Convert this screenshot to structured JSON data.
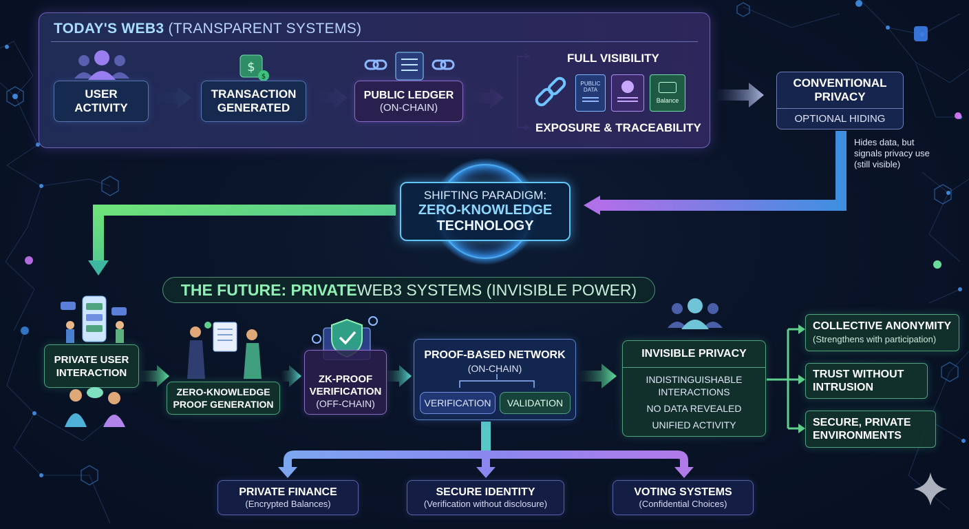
{
  "top_section": {
    "title_bold": "TODAY'S WEB3",
    "title_rest": " (TRANSPARENT SYSTEMS)",
    "user_activity": "USER\nACTIVITY",
    "transaction": "TRANSACTION\nGENERATED",
    "ledger_title": "PUBLIC LEDGER",
    "ledger_sub": "(ON-CHAIN)",
    "full_visibility": "FULL VISIBILITY",
    "exposure": "EXPOSURE & TRACEABILITY",
    "public_data_icon_text": "PUBLIC\nDATA",
    "balance_icon_text": "Balance"
  },
  "conventional": {
    "title": "CONVENTIONAL\nPRIVACY",
    "sub": "OPTIONAL HIDING",
    "note": "Hides data, but\nsignals privacy use\n(still visible)"
  },
  "paradigm": {
    "line1": "SHIFTING PARADIGM:",
    "line2": "ZERO-KNOWLEDGE",
    "line3": "TECHNOLOGY"
  },
  "future": {
    "banner_bold": "THE FUTURE: PRIVATE",
    "banner_rest": " WEB3 SYSTEMS (INVISIBLE POWER)",
    "private_user": "PRIVATE USER\nINTERACTION",
    "zk_generation": "ZERO-KNOWLEDGE\nPROOF GENERATION",
    "zk_verification_title": "ZK-PROOF\nVERIFICATION",
    "zk_verification_sub": "(OFF-CHAIN)",
    "network_title": "PROOF-BASED NETWORK",
    "network_sub": "(ON-CHAIN)",
    "verification": "VERIFICATION",
    "validation": "VALIDATION",
    "invisible_title": "INVISIBLE PRIVACY",
    "invisible_items": [
      "INDISTINGUISHABLE\nINTERACTIONS",
      "NO DATA REVEALED",
      "UNIFIED ACTIVITY"
    ]
  },
  "outcomes": [
    {
      "title": "COLLECTIVE ANONYMITY",
      "sub": "(Strengthens with participation)"
    },
    {
      "title": "TRUST WITHOUT\nINTRUSION",
      "sub": ""
    },
    {
      "title": "SECURE, PRIVATE\nENVIRONMENTS",
      "sub": ""
    }
  ],
  "applications": [
    {
      "title": "PRIVATE FINANCE",
      "sub": "(Encrypted Balances)"
    },
    {
      "title": "SECURE IDENTITY",
      "sub": "(Verification without disclosure)"
    },
    {
      "title": "VOTING SYSTEMS",
      "sub": "(Confidential Choices)"
    }
  ],
  "colors": {
    "accent_cyan": "#5fc6f5",
    "accent_green": "#8ff0b4",
    "accent_purple": "#8a6cc8"
  }
}
